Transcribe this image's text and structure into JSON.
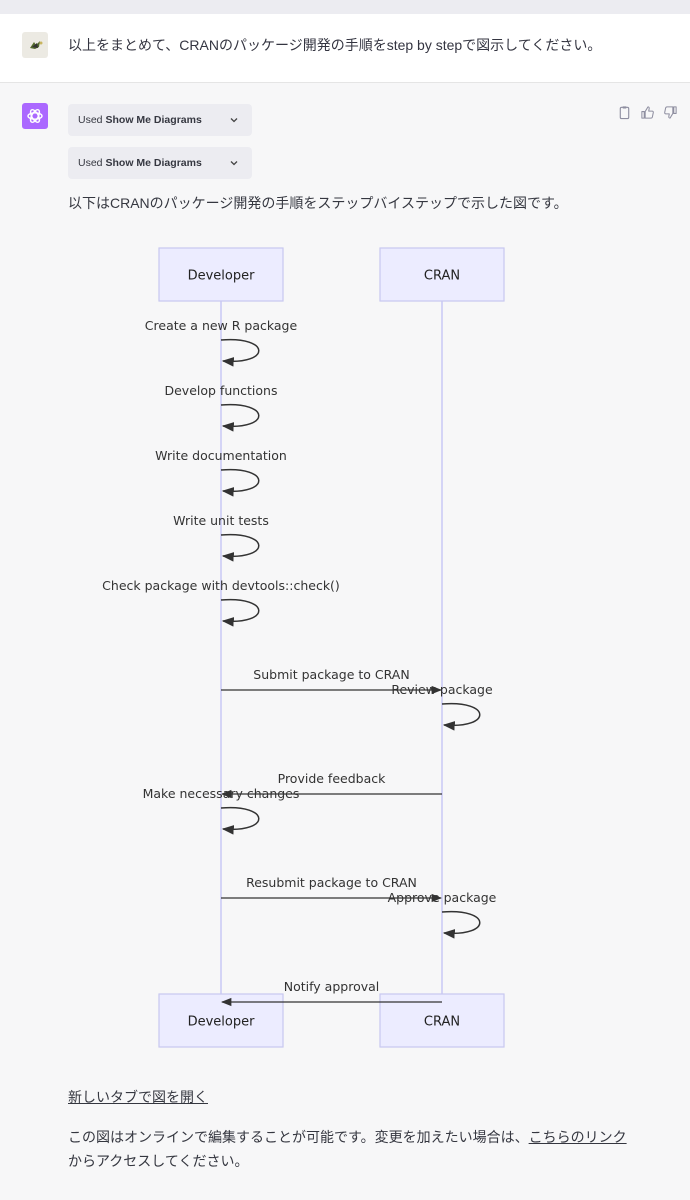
{
  "user_message": "以上をまとめて、CRANのパッケージ開発の手順をstep by stepで図示してください。",
  "plugins": [
    {
      "prefix": "Used",
      "name": "Show Me Diagrams"
    },
    {
      "prefix": "Used",
      "name": "Show Me Diagrams"
    }
  ],
  "intro": "以下はCRANのパッケージ開発の手順をステップバイステップで示した図です。",
  "icons": {
    "user_avatar": "user-avatar-icon",
    "assistant_avatar": "openai-logo-icon",
    "copy": "clipboard-icon",
    "like": "thumbs-up-icon",
    "dislike": "thumbs-down-icon",
    "chevron": "chevron-down-icon"
  },
  "colors": {
    "assistant_avatar": "#ab68ff",
    "participant_fill": "#ececff",
    "participant_border": "#c8c8f0",
    "lifeline": "#c9c9f5"
  },
  "diagram": {
    "participants": [
      "Developer",
      "CRAN"
    ],
    "messages": [
      {
        "from": "Developer",
        "to": "Developer",
        "text": "Create a new R package"
      },
      {
        "from": "Developer",
        "to": "Developer",
        "text": "Develop functions"
      },
      {
        "from": "Developer",
        "to": "Developer",
        "text": "Write documentation"
      },
      {
        "from": "Developer",
        "to": "Developer",
        "text": "Write unit tests"
      },
      {
        "from": "Developer",
        "to": "Developer",
        "text": "Check package with devtools::check()"
      },
      {
        "from": "Developer",
        "to": "CRAN",
        "text": "Submit package to CRAN"
      },
      {
        "from": "CRAN",
        "to": "CRAN",
        "text": "Review package"
      },
      {
        "from": "CRAN",
        "to": "Developer",
        "text": "Provide feedback"
      },
      {
        "from": "Developer",
        "to": "Developer",
        "text": "Make necessary changes"
      },
      {
        "from": "Developer",
        "to": "CRAN",
        "text": "Resubmit package to CRAN"
      },
      {
        "from": "CRAN",
        "to": "CRAN",
        "text": "Approve package"
      },
      {
        "from": "CRAN",
        "to": "Developer",
        "text": "Notify approval"
      }
    ]
  },
  "open_link": "新しいタブで図を開く",
  "footer": {
    "line1_prefix": "この図はオンラインで編集することが可能です。変更を加えたい場合は、",
    "link": "こちらのリンク",
    "line2": "からアクセスしてください。"
  }
}
